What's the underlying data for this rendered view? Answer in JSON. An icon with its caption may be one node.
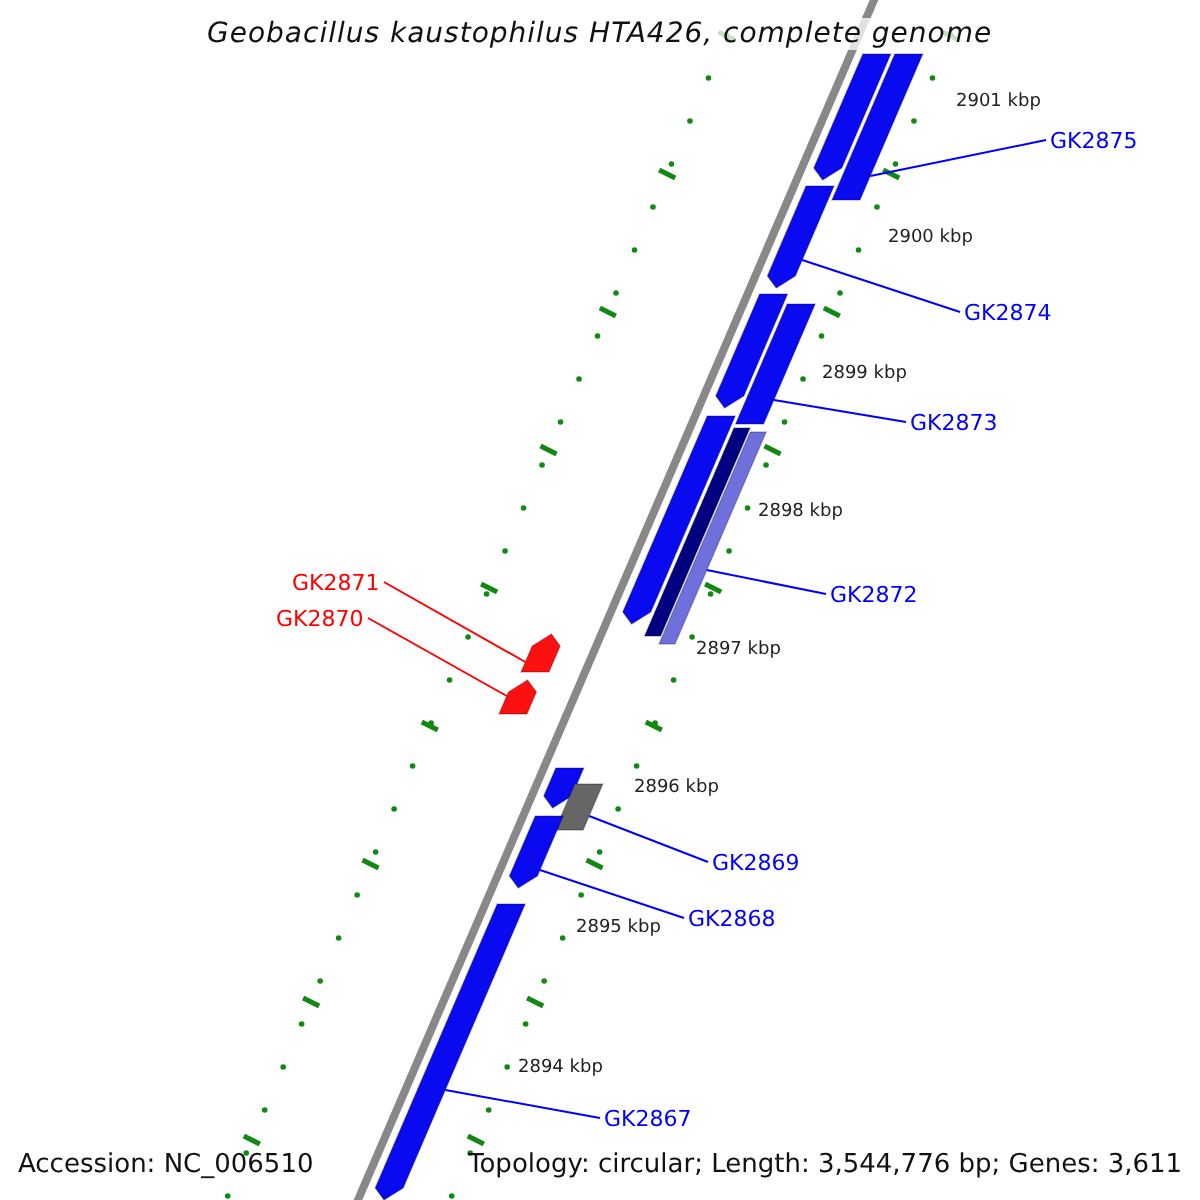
{
  "diagram": {
    "title": "Geobacillus kaustophilus HTA426, complete genome",
    "nodes": [
      {
        "text": [
          "GK2875"
        ]
      },
      {
        "text": [
          "GK2874"
        ]
      },
      {
        "text": [
          "GK2873"
        ]
      },
      {
        "text": [
          "GK2872"
        ]
      },
      {
        "text": [
          "GK2871"
        ]
      },
      {
        "text": [
          "GK2870"
        ]
      },
      {
        "text": [
          "GK2869"
        ]
      },
      {
        "text": [
          "GK2868"
        ]
      },
      {
        "text": [
          "GK2867"
        ]
      },
      {
        "text": [],
        "shape": "arrow"
      },
      {
        "text": [],
        "shape": "bar"
      },
      {
        "text": [],
        "shape": "arrow"
      },
      {
        "text": [],
        "shape": "arrow"
      },
      {
        "text": [],
        "shape": "bar"
      },
      {
        "text": [],
        "shape": "arrow"
      },
      {
        "text": [],
        "shape": "bar"
      },
      {
        "text": [],
        "shape": "bar"
      },
      {
        "text": [],
        "shape": "arrow"
      },
      {
        "text": [],
        "shape": "arrow"
      },
      {
        "text": [],
        "shape": "arrow"
      },
      {
        "text": [],
        "shape": "box"
      },
      {
        "text": [],
        "shape": "arrow"
      },
      {
        "text": [],
        "shape": "arrow"
      }
    ],
    "edges": [
      {
        "from": 0,
        "to": 10,
        "arrow": "none"
      },
      {
        "from": 1,
        "to": 11,
        "arrow": "none"
      },
      {
        "from": 2,
        "to": 13,
        "arrow": "none"
      },
      {
        "from": 3,
        "to": 16,
        "arrow": "none"
      },
      {
        "from": 4,
        "to": 17,
        "arrow": "none",
        "color": "#ff0000"
      },
      {
        "from": 5,
        "to": 18,
        "arrow": "none",
        "color": "#ff0000"
      },
      {
        "from": 6,
        "to": 20,
        "arrow": "none"
      },
      {
        "from": 7,
        "to": 21,
        "arrow": "none"
      },
      {
        "from": 8,
        "to": 22,
        "arrow": "none"
      }
    ],
    "labels": [
      "2901 kbp",
      "2900 kbp",
      "2899 kbp",
      "2898 kbp",
      "2897 kbp",
      "2896 kbp",
      "2895 kbp",
      "2894 kbp",
      "Accession: NC_006510",
      "Topology: circular; Length: 3,544,776 bp; Genes: 3,611"
    ]
  }
}
